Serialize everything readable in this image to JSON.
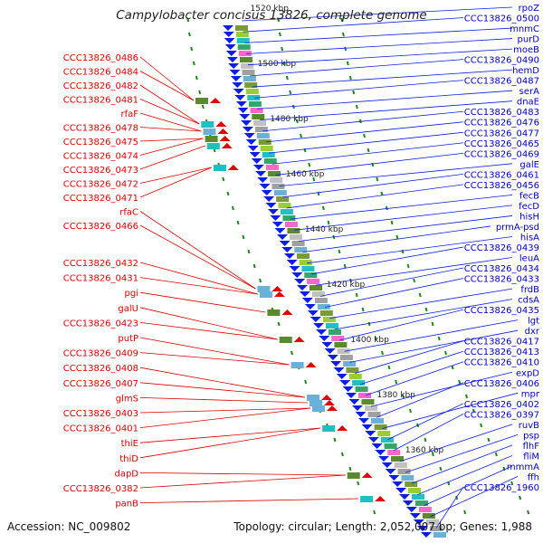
{
  "title": "Campylobacter concisus 13826, complete genome",
  "accession": "Accession: NC_009802",
  "topology_label": "Topology: circular; Length: ",
  "length": "2,052,007 bp",
  "genes_label": "; Genes: ",
  "genes": "1,988",
  "colors": {
    "backbone": "#8c8c8c",
    "tick": "#1a8a1a",
    "forward_gene": "#e00000",
    "reverse_gene": "#0a1ee6",
    "label_left": "#e00000",
    "label_right": "#0000c8"
  },
  "scale_labels": [
    "1520 kbp",
    "1500 kbp",
    "1480 kbp",
    "1460 kbp",
    "1440 kbp",
    "1420 kbp",
    "1400 kbp",
    "1380 kbp",
    "1360 kbp"
  ],
  "left_labels": [
    "CCC13826_0486",
    "CCC13826_0484",
    "CCC13826_0482",
    "CCC13826_0481",
    "rfaF",
    "CCC13826_0478",
    "CCC13826_0475",
    "CCC13826_0474",
    "CCC13826_0473",
    "CCC13826_0472",
    "CCC13826_0471",
    "rfaC",
    "CCC13826_0466",
    "CCC13826_0432",
    "CCC13826_0431",
    "pgi",
    "galU",
    "CCC13826_0423",
    "putP",
    "CCC13826_0409",
    "CCC13826_0408",
    "CCC13826_0407",
    "glmS",
    "CCC13826_0403",
    "CCC13826_0401",
    "thiE",
    "thiD",
    "dapD",
    "CCC13826_0382",
    "panB"
  ],
  "right_labels": [
    "rpoZ",
    "CCC13826_0500",
    "mnmC",
    "purD",
    "moeB",
    "CCC13826_0490",
    "hemD",
    "CCC13826_0487",
    "serA",
    "dnaE",
    "CCC13826_0483",
    "CCC13826_0476",
    "CCC13826_0477",
    "CCC13826_0465",
    "CCC13826_0469",
    "galE",
    "CCC13826_0461",
    "CCC13826_0456",
    "fecB",
    "fecD",
    "hisH",
    "prmA-psd",
    "hisA",
    "CCC13826_0439",
    "leuA",
    "CCC13826_0434",
    "CCC13826_0433",
    "frdB",
    "cdsA",
    "CCC13826_0435",
    "lgt",
    "dxr",
    "CCC13826_0417",
    "CCC13826_0413",
    "CCC13826_0410",
    "expD",
    "CCC13826_0406",
    "mpr",
    "CCC13826_0402",
    "CCC13826_0397",
    "ruvB",
    "psp",
    "flhF",
    "fliM",
    "mmmA",
    "ffh",
    "CCC13826_1960"
  ]
}
